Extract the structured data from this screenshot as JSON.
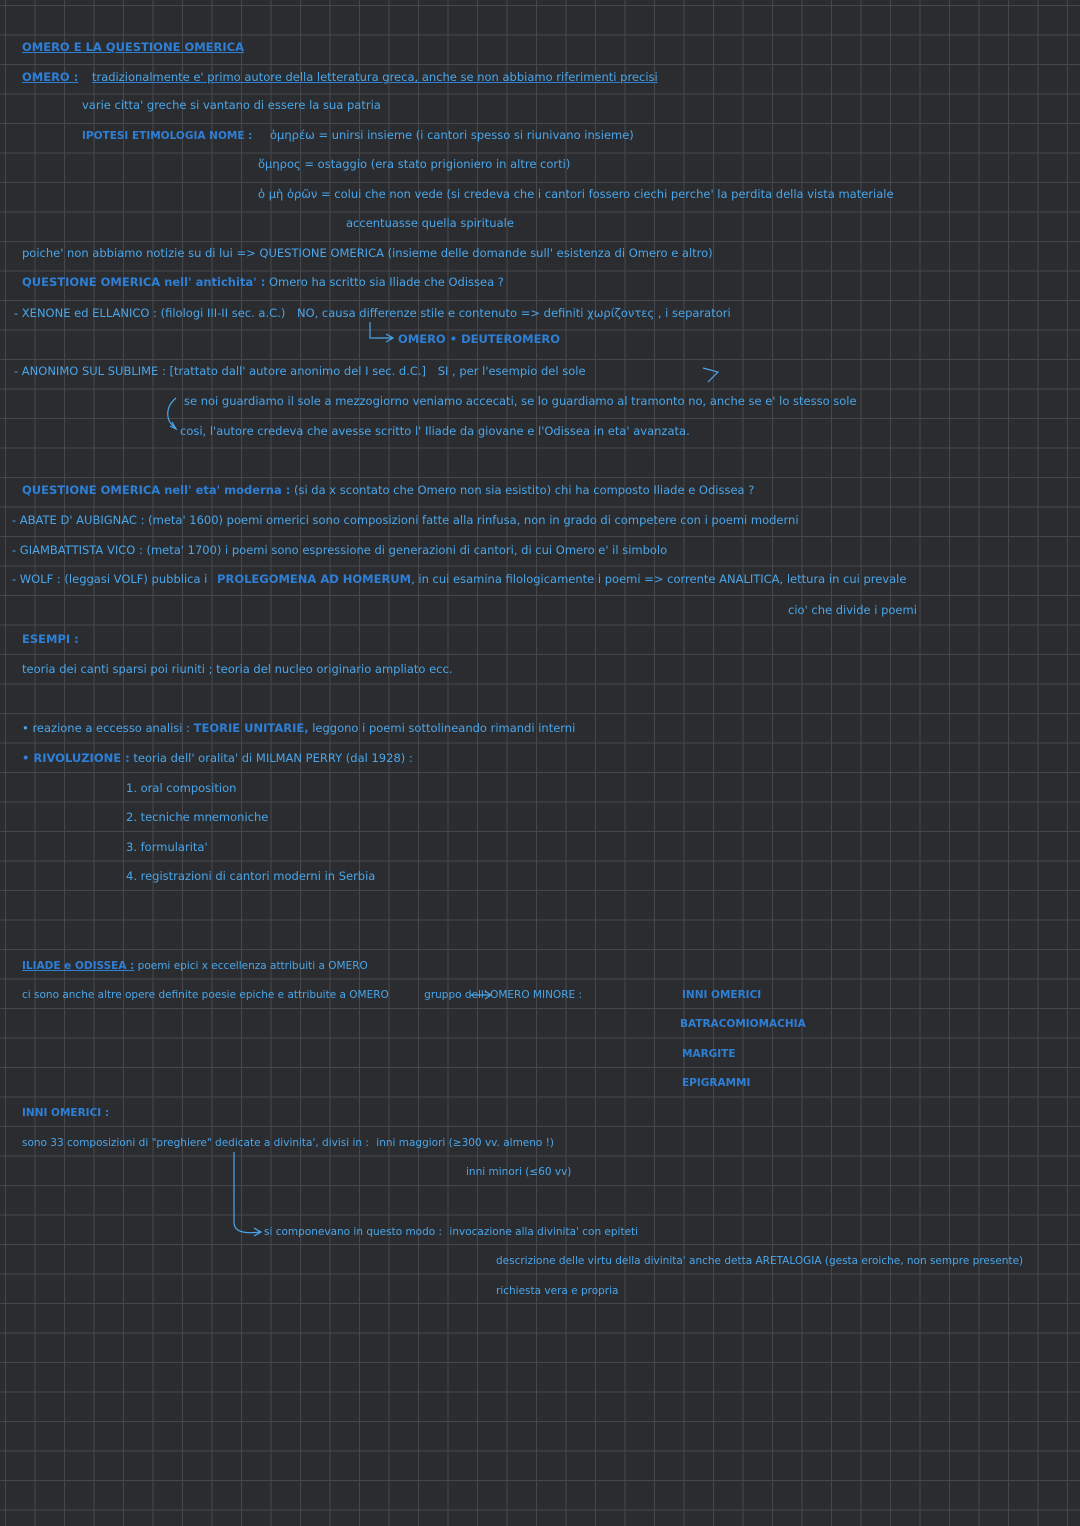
{
  "colors": {
    "background": "#2b2c30",
    "grid": "#45474d",
    "ink_light": "#49a6ea",
    "ink_dark": "#2e7fd6"
  },
  "l01": "OMERO E LA QUESTIONE OMERICA",
  "l02a": "OMERO :",
  "l02b": "tradizionalmente e' primo autore della letteratura greca, anche se non abbiamo riferimenti precisi",
  "l03": "varie citta' greche si vantano di essere la sua patria",
  "l04a": "IPOTESI ETIMOLOGIA NOME :",
  "l04b": "ὁμηρέω = unirsi insieme (i cantori spesso si riunivano insieme)",
  "l05": "ὅμηρος = ostaggio (era stato prigioniero in altre corti)",
  "l06": "ὁ μὴ ὁρῶν = colui che non vede (si credeva che i cantori fossero ciechi perche' la perdita della vista materiale",
  "l07": "accentuasse quella spirituale",
  "l08": "poiche' non abbiamo notizie su di lui => QUESTIONE OMERICA (insieme delle domande sull' esistenza di Omero e altro)",
  "l09a": "QUESTIONE OMERICA nell' antichita' :",
  "l09b": "Omero ha scritto sia Iliade che Odissea ?",
  "l10a": "- XENONE ed ELLANICO : (filologi III-II sec. a.C.)",
  "l10b": "NO, causa differenze stile e contenuto => definiti χωρίζοντες , i separatori",
  "l11": "OMERO • DEUTEROMERO",
  "l12a": "- ANONIMO SUL SUBLIME : [trattato dall' autore anonimo del I sec. d.C.]",
  "l12b": "SI , per l'esempio del sole",
  "l13": "se noi guardiamo il sole a mezzogiorno veniamo accecati, se lo guardiamo al tramonto no, anche se e' lo stesso sole",
  "l14": "cosi, l'autore credeva che avesse scritto l' Iliade da giovane e l'Odissea in eta' avanzata.",
  "l15a": "QUESTIONE OMERICA nell' eta' moderna :",
  "l15b": "(si da x scontato che Omero non sia esistito) chi ha composto Iliade e Odissea ?",
  "l16a": "- ABATE D' AUBIGNAC :",
  "l16b": "(meta' 1600) poemi omerici sono composizioni fatte alla rinfusa, non in grado di competere con i poemi moderni",
  "l17a": "- GIAMBATTISTA VICO :",
  "l17b": "(meta' 1700) i poemi sono espressione di generazioni di cantori, di cui Omero e' il simbolo",
  "l18a": "- WOLF : (leggasi VOLF) pubblica i",
  "l18b": "PROLEGOMENA AD HOMERUM",
  "l18c": ", in cui esamina filologicamente i poemi => corrente ANALITICA, lettura in cui prevale",
  "l19": "cio' che divide i poemi",
  "l20": "ESEMPI :",
  "l21": "teoria dei canti sparsi poi riuniti ; teoria del nucleo originario ampliato ecc.",
  "l22a": "• reazione a eccesso analisi :",
  "l22b": "TEORIE UNITARIE,",
  "l22c": "leggono i poemi sottolineando rimandi interni",
  "l23a": "• RIVOLUZIONE :",
  "l23b": "teoria dell' oralita' di MILMAN PERRY (dal 1928) :",
  "list": [
    "1. oral composition",
    "2. tecniche mnemoniche",
    "3. formularita'",
    "4. registrazioni di cantori moderni in Serbia"
  ],
  "l24a": "ILIADE e ODISSEA :",
  "l24b": "poemi epici x eccellenza attribuiti a OMERO",
  "l25a": "ci sono anche altre opere definite poesie epiche e attribuite a OMERO",
  "l25b": "gruppo dell' OMERO MINORE :",
  "minore": [
    "INNI OMERICI",
    "BATRACOMIOMACHIA",
    "MARGITE",
    "EPIGRAMMI"
  ],
  "l26": "INNI OMERICI :",
  "l27a": "sono 33 composizioni di \"preghiere\" dedicate a divinita', divisi in :",
  "l27b": "inni maggiori (≥300 vv. almeno !)",
  "l28": "inni minori (≤60 vv)",
  "l29a": "si componevano in questo modo :",
  "l29b": "invocazione alla divinita' con epiteti",
  "l30": "descrizione delle virtu della divinita' anche detta ARETALOGIA (gesta eroiche, non sempre presente)",
  "l31": "richiesta vera e propria"
}
